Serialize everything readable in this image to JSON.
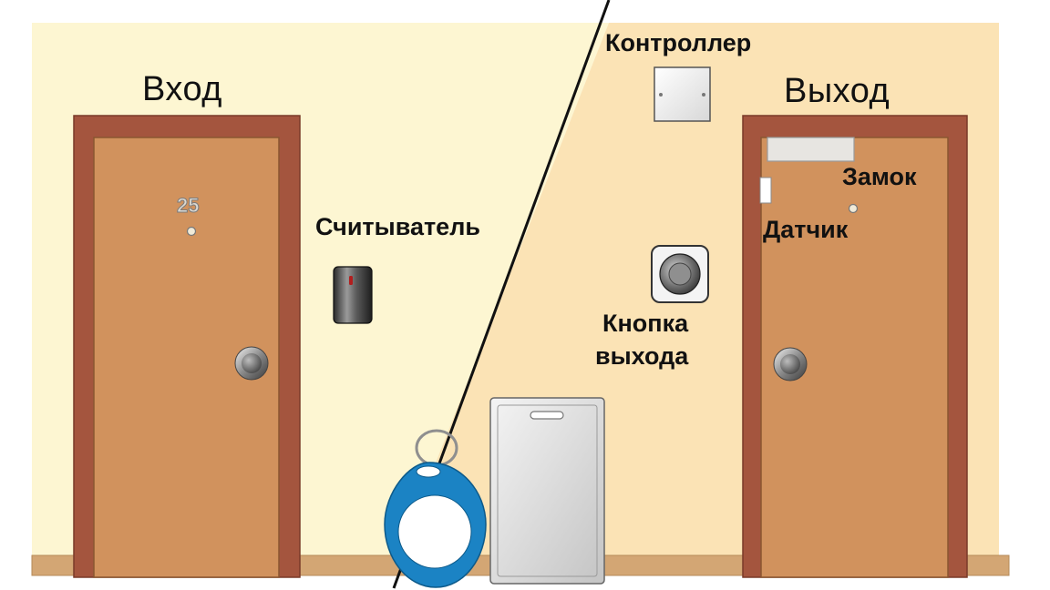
{
  "diagram": {
    "entry_label": "Вход",
    "exit_label": "Выход",
    "door_number": "25",
    "reader_label": "Считыватель",
    "controller_label": "Контроллер",
    "lock_label": "Замок",
    "sensor_label": "Датчик",
    "exit_button_label_line1": "Кнопка",
    "exit_button_label_line2": "выхода"
  },
  "colors": {
    "wall_outside": "#fdf6d2",
    "wall_inside": "#fbe3b5",
    "door_frame": "#a4553e",
    "door_leaf": "#d1925d",
    "floor": "#d3a674",
    "keyfob_blue": "#1b83c4"
  },
  "icons": [
    "door-knob-icon",
    "card-reader-icon",
    "controller-box-icon",
    "exit-button-icon",
    "keyfob-icon",
    "access-card-icon",
    "lock-icon",
    "door-sensor-icon",
    "peephole-icon"
  ]
}
